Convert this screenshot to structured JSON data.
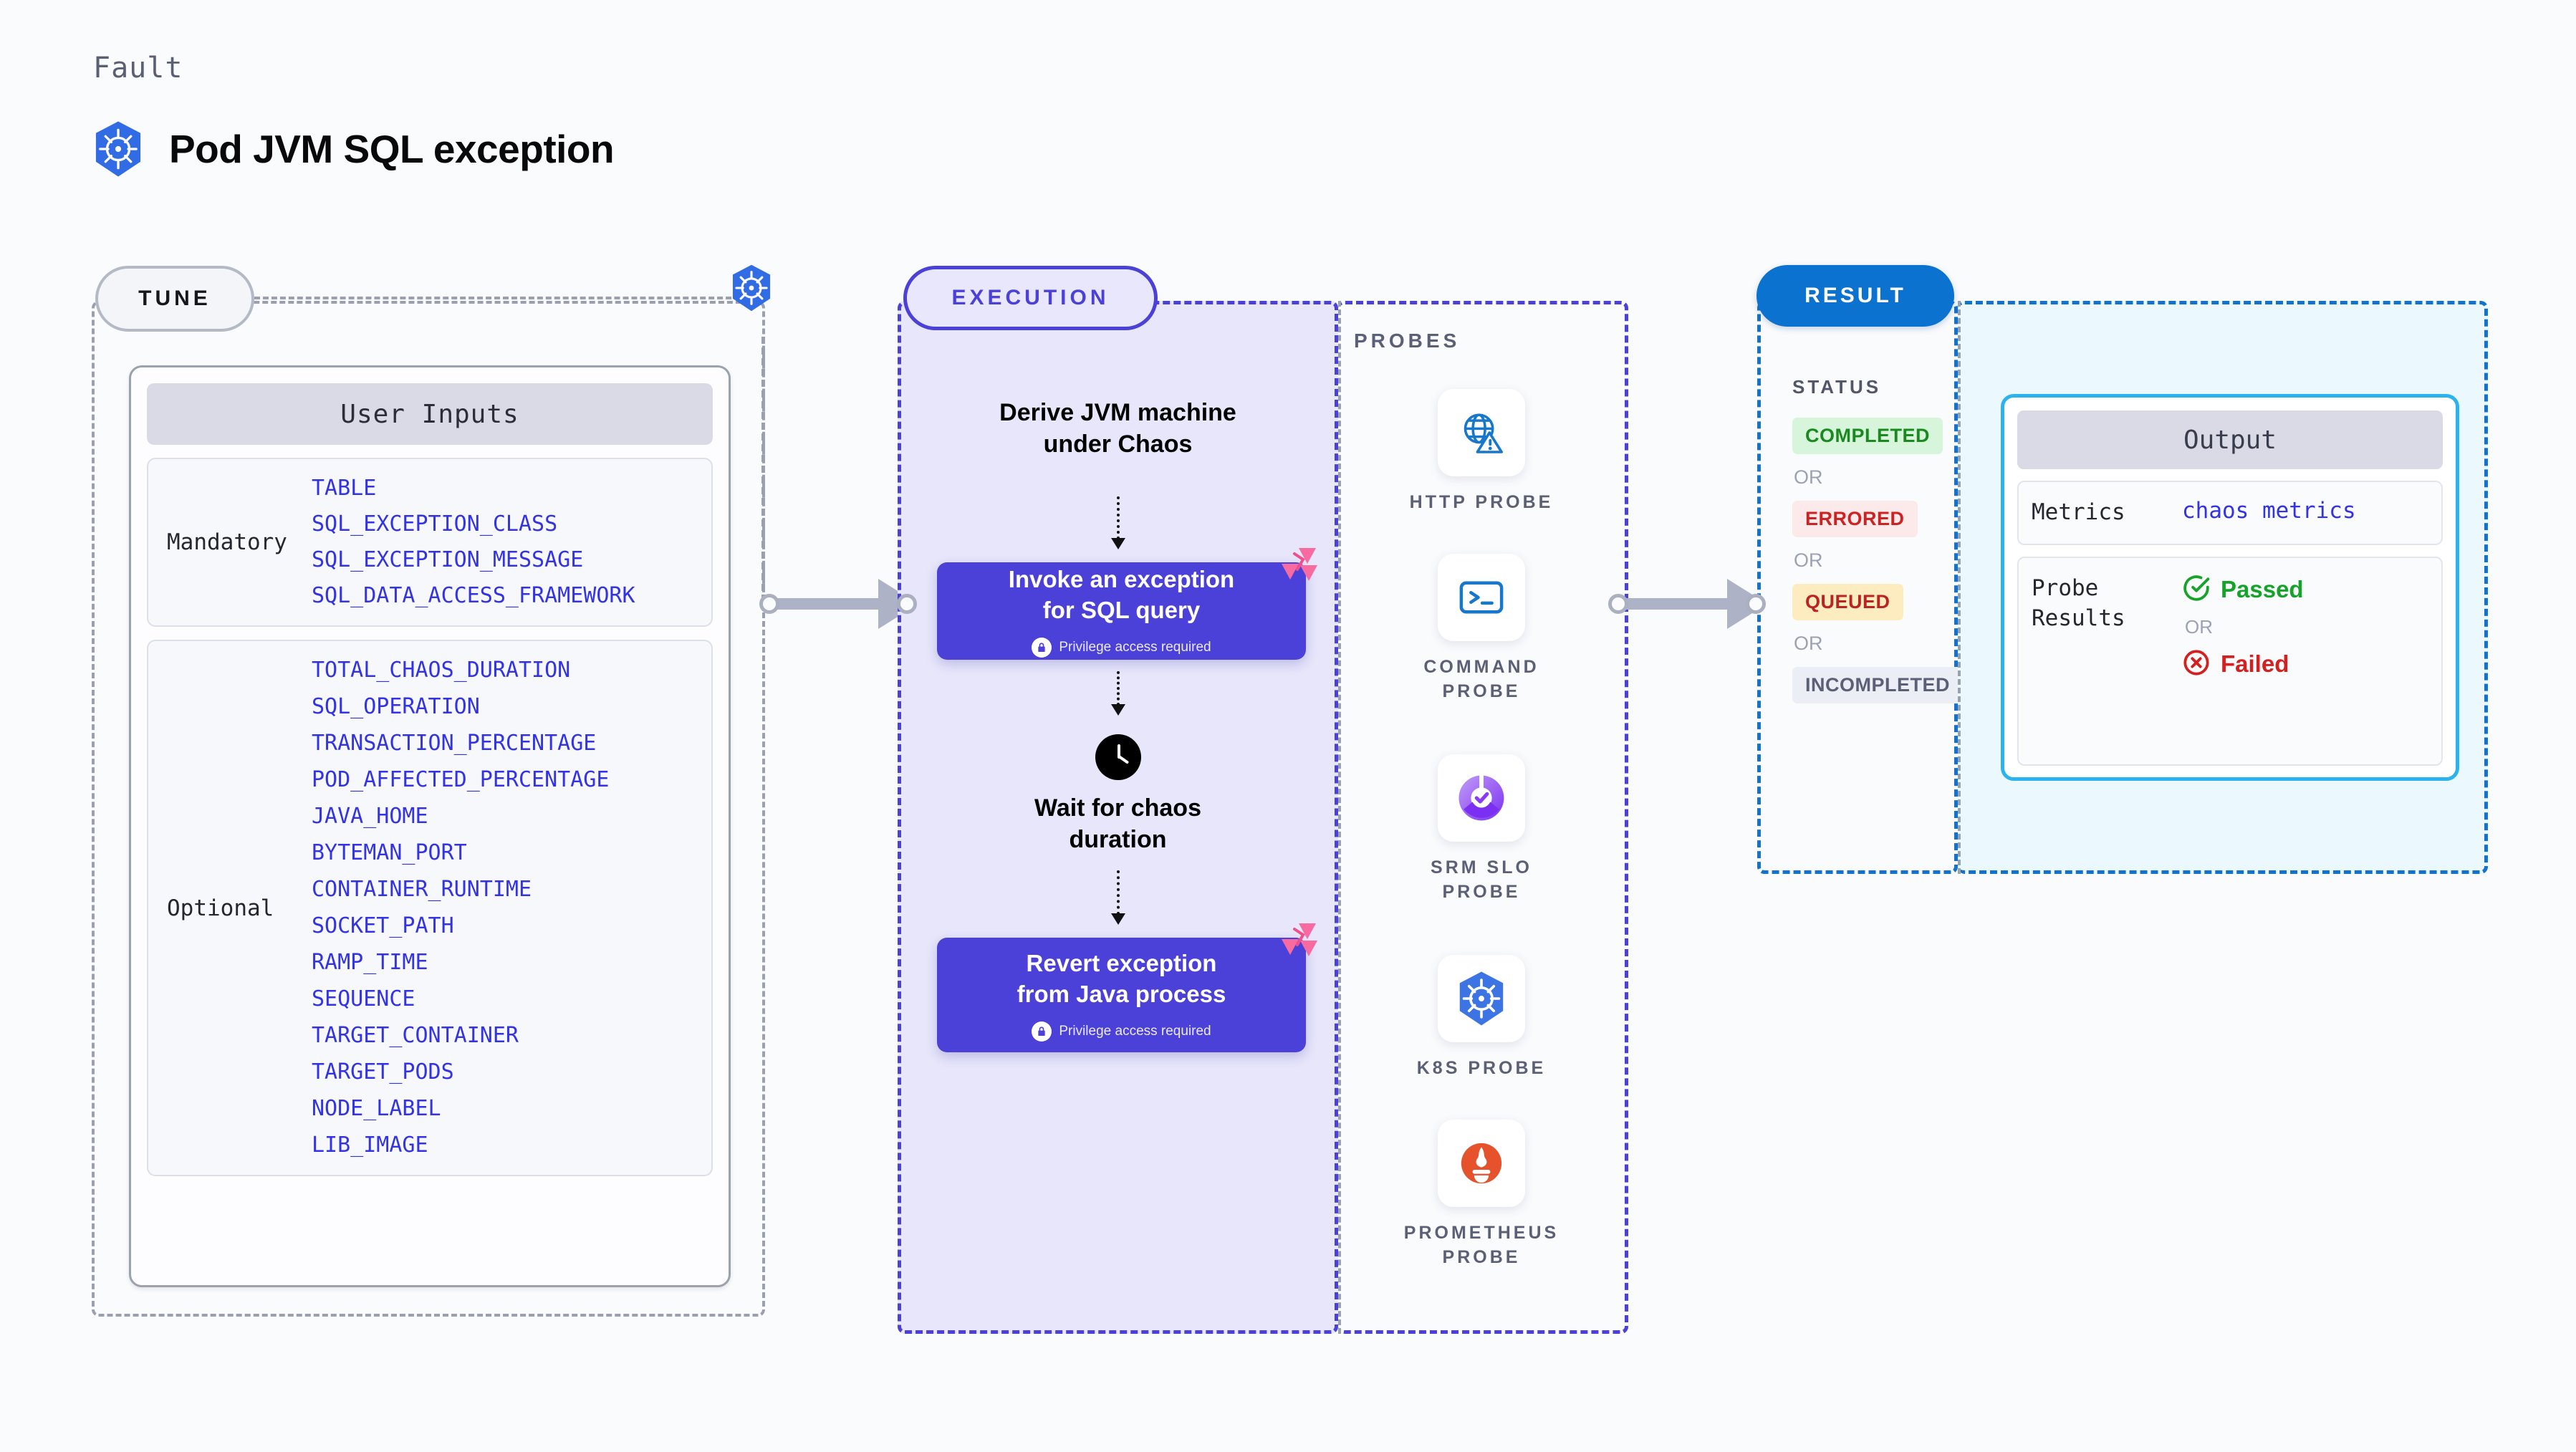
{
  "header": {
    "kicker": "Fault",
    "title": "Pod JVM SQL exception",
    "logo_icon": "kubernetes-icon"
  },
  "tune": {
    "label": "TUNE",
    "k8s_icon": "kubernetes-icon",
    "inputs_card_title": "User Inputs",
    "groups": [
      {
        "name": "Mandatory",
        "params": [
          "TABLE",
          "SQL_EXCEPTION_CLASS",
          "SQL_EXCEPTION_MESSAGE",
          "SQL_DATA_ACCESS_FRAMEWORK"
        ]
      },
      {
        "name": "Optional",
        "params": [
          "TOTAL_CHAOS_DURATION",
          "SQL_OPERATION",
          "TRANSACTION_PERCENTAGE",
          "POD_AFFECTED_PERCENTAGE",
          "JAVA_HOME",
          "BYTEMAN_PORT",
          "CONTAINER_RUNTIME",
          "SOCKET_PATH",
          "RAMP_TIME",
          "SEQUENCE",
          "TARGET_CONTAINER",
          "TARGET_PODS",
          "NODE_LABEL",
          "LIB_IMAGE"
        ]
      }
    ]
  },
  "execution": {
    "label": "EXECUTION",
    "derive_title": "Derive JVM machine\nunder Chaos",
    "step1": {
      "title": "Invoke an exception\nfor SQL query",
      "privilege_note": "Privilege access required",
      "lock_icon": "lock-icon",
      "tag_icon": "litmus-chaos-icon"
    },
    "wait": {
      "clock_icon": "clock-icon",
      "title": "Wait for chaos\nduration"
    },
    "step2": {
      "title": "Revert exception\nfrom Java process",
      "privilege_note": "Privilege access required",
      "lock_icon": "lock-icon",
      "tag_icon": "litmus-chaos-icon"
    }
  },
  "probes": {
    "heading": "PROBES",
    "items": [
      {
        "name": "HTTP  PROBE",
        "icon": "http-globe-warning-icon"
      },
      {
        "name": "COMMAND\nPROBE",
        "icon": "terminal-prompt-icon"
      },
      {
        "name": "SRM  SLO\nPROBE",
        "icon": "srm-slo-check-icon"
      },
      {
        "name": "K8S  PROBE",
        "icon": "kubernetes-icon"
      },
      {
        "name": "PROMETHEUS\nPROBE",
        "icon": "prometheus-flame-icon"
      }
    ]
  },
  "result": {
    "label": "RESULT",
    "status_heading": "STATUS",
    "or_label": "OR",
    "statuses": [
      {
        "label": "COMPLETED",
        "bg": "#d7f5da",
        "fg": "#1a8a20"
      },
      {
        "label": "ERRORED",
        "bg": "#fce9e9",
        "fg": "#cc2222"
      },
      {
        "label": "QUEUED",
        "bg": "#fdecc0",
        "fg": "#bb2222"
      },
      {
        "label": "INCOMPLETED",
        "bg": "#eceef5",
        "fg": "#5c6077"
      }
    ]
  },
  "output": {
    "card_title": "Output",
    "metrics_key": "Metrics",
    "metrics_value": "chaos metrics",
    "probe_results_key": "Probe\nResults",
    "or_label": "OR",
    "passed_label": "Passed",
    "passed_icon": "check-circle-icon",
    "passed_color": "#16a32a",
    "failed_label": "Failed",
    "failed_icon": "x-circle-icon",
    "failed_color": "#d32020"
  },
  "colors": {
    "accent_purple": "#4b40d8",
    "accent_blue": "#0c72cf",
    "accent_cyan": "#2bb3ef",
    "param_blue": "#3333e6",
    "pink_tag": "#f76ba0",
    "background": "#fafbfd"
  }
}
